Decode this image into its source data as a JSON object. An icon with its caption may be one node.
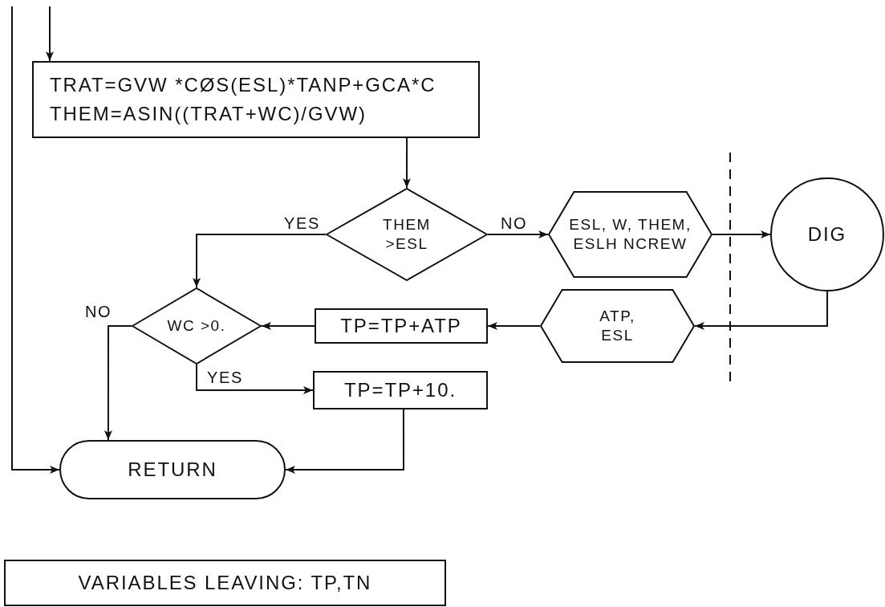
{
  "diagram": {
    "nodes": [
      {
        "text": [
          "TRAT=GVW *CØS(ESL)*TANP+GCA*C",
          "THEM=ASIN((TRAT+WC)/GVW)"
        ]
      },
      {
        "text": [
          "THEM >ESL"
        ]
      },
      {
        "text": [
          "ESL, W, THEM, ESLH NCREW"
        ]
      },
      {
        "text": [
          "DIG"
        ]
      },
      {
        "text": [
          "ATP, ESL"
        ]
      },
      {
        "text": [
          "TP=TP+ATP"
        ]
      },
      {
        "text": [
          "WC >0."
        ]
      },
      {
        "text": [
          "TP=TP+10."
        ]
      },
      {
        "text": [
          "RETURN"
        ]
      },
      {
        "text": [
          "VARIABLES LEAVING: TP,TN"
        ]
      }
    ],
    "edges": [
      {
        "from": null,
        "to": 0,
        "arrow": "to"
      },
      {
        "from": null,
        "to": 8,
        "arrow": "to"
      },
      {
        "from": 0,
        "to": 1,
        "arrow": "to"
      },
      {
        "from": 1,
        "to": 6,
        "arrow": "to",
        "label": "YES"
      },
      {
        "from": 1,
        "to": 2,
        "arrow": "to",
        "label": "NO"
      },
      {
        "from": 2,
        "to": 3,
        "arrow": "to"
      },
      {
        "from": 3,
        "to": 4,
        "arrow": "to"
      },
      {
        "from": 4,
        "to": 5,
        "arrow": "to"
      },
      {
        "from": 5,
        "to": 6,
        "arrow": "to"
      },
      {
        "from": 6,
        "to": 8,
        "arrow": "to",
        "label": "NO"
      },
      {
        "from": 6,
        "to": 7,
        "arrow": "to",
        "label": "YES"
      },
      {
        "from": 7,
        "to": 8,
        "arrow": "to"
      }
    ]
  }
}
